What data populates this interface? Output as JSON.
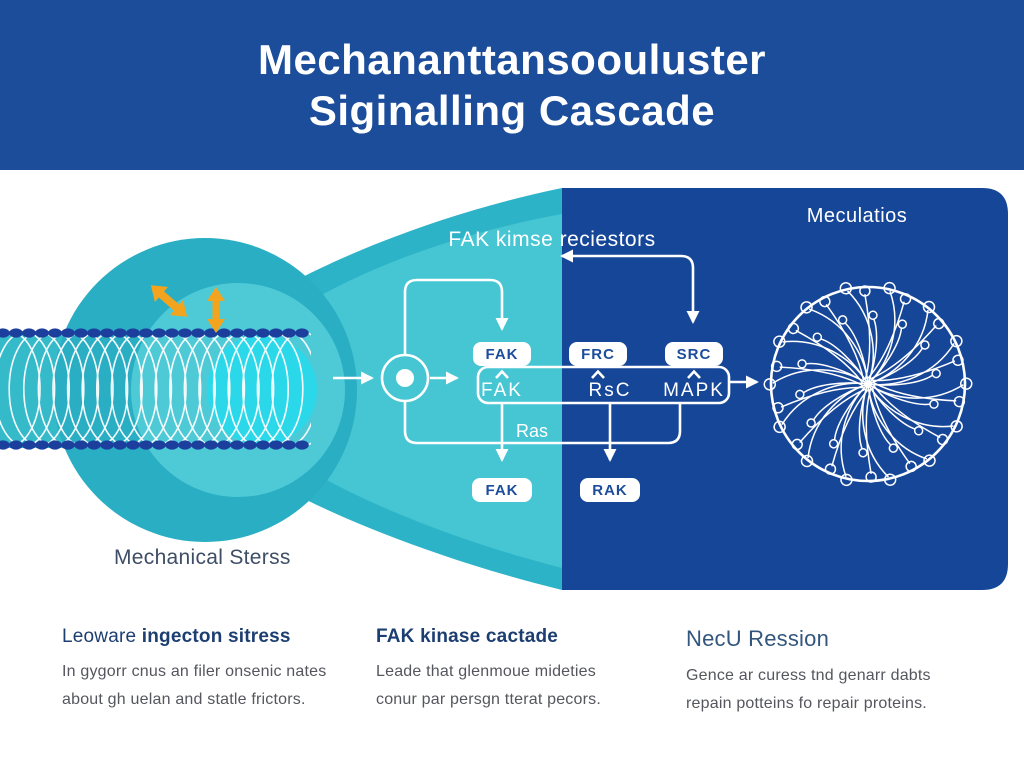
{
  "title": {
    "line1": "Mechananttansoouluster",
    "line2": "Siginalling Cascade"
  },
  "diagram": {
    "receptor_label": "FAK kimse reciestors",
    "panel_label": "Meculatios",
    "stress_label": "Mechanical Sterss",
    "top_boxes": [
      "FAK",
      "FRC",
      "SRC"
    ],
    "cascade_row": [
      "FAK",
      "RsC",
      "MAPK"
    ],
    "ras_label": "Ras",
    "bottom_boxes": [
      "FAK",
      "RAK"
    ]
  },
  "footer": {
    "columns": [
      {
        "heading_prefix": "Leoware ",
        "heading_bold": "ingecton sitress",
        "line1": "In gygorr cnus an filer onsenic nates",
        "line2": "about gh uelan and statle frictors."
      },
      {
        "heading_prefix": "",
        "heading_bold": "FAK kinase cactade",
        "line1": "Leade that glenmoue mideties",
        "line2": "conur par persgn tterat pecors."
      },
      {
        "heading_prefix": "",
        "heading_bold": "NecU Ression",
        "line1": "Gence ar curess tnd genarr dabts",
        "line2": "repain potteins fo repair proteins."
      }
    ]
  },
  "colors": {
    "banner_blue": "#1C4D9B",
    "panel_blue": "#164698",
    "teal_wedge": "#2DB3C7",
    "teal_wedge_inner": "#46C5D3",
    "zone_outer": "#2AAEC3",
    "zone_mid": "#4ECAD7",
    "zone_core": "#2BD8E9",
    "fiber_bead_navy": "#1C3F9E",
    "stress_arrow_orange": "#F2A41E",
    "flow_stroke_white": "#FFFFFF",
    "box_text_navy": "#1C4D9B",
    "heading_navy": "#1C3E70",
    "body_gray": "#55565E"
  }
}
